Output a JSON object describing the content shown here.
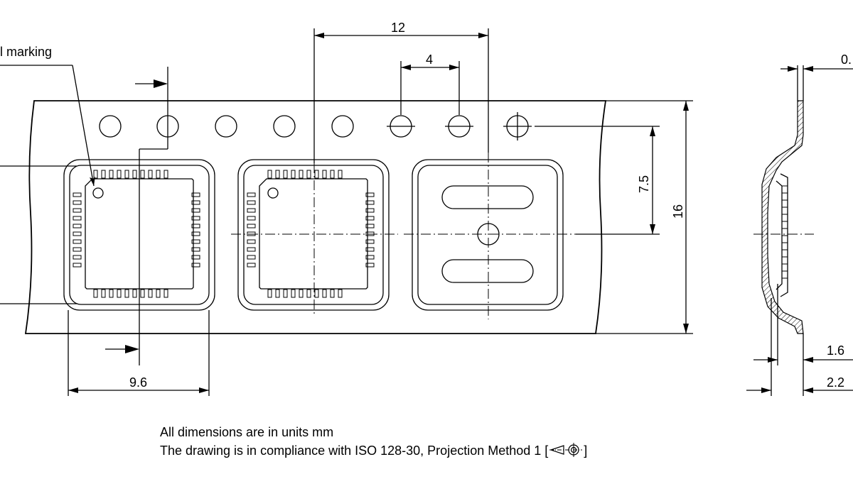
{
  "labels": {
    "marking": "l marking",
    "dim_pitch": "12",
    "dim_hole_pitch": "4",
    "dim_offset": "7.5",
    "dim_width": "16",
    "dim_cavity": "9.6",
    "dim_top_right": "0.",
    "dim_1_6": "1.6",
    "dim_2_2": "2.2"
  },
  "notes": {
    "line1": "All dimensions are in units mm",
    "line2": "The drawing is in compliance with ISO 128-30, Projection Method 1 [",
    "line2_end": "]"
  },
  "icons": [
    "projection-method-1-icon"
  ]
}
